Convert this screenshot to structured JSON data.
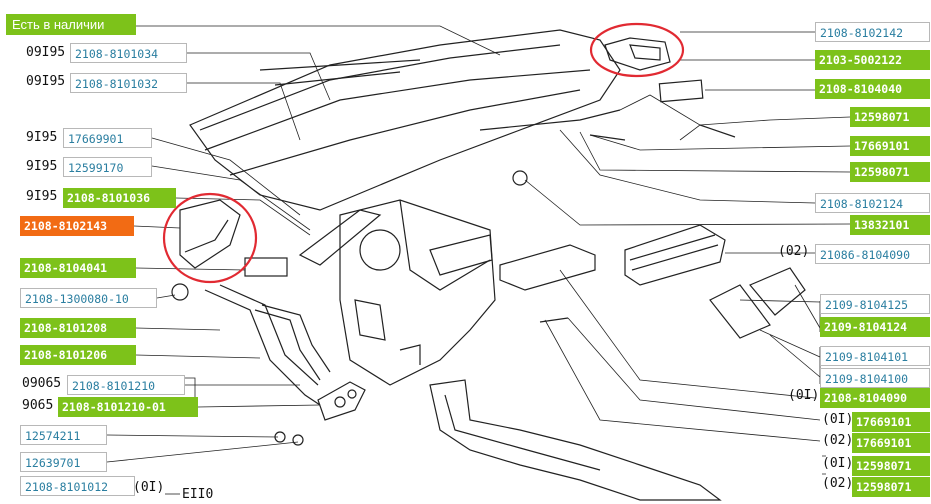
{
  "header": {
    "in_stock_label": "Есть в наличии"
  },
  "catalog_codes": [
    "09I95",
    "09I95",
    "9I95",
    "9I95",
    "9I95",
    "(02)",
    "(0I)",
    "09065",
    "9065",
    "(0I)",
    "EII0",
    "(0I)",
    "(02)",
    "(0I)",
    "(02)"
  ],
  "left_labels": [
    {
      "text": "2108-8101034",
      "style": "plain"
    },
    {
      "text": "2108-8101032",
      "style": "plain"
    },
    {
      "text": "17669901",
      "style": "plain"
    },
    {
      "text": "12599170",
      "style": "plain"
    },
    {
      "text": "2108-8101036",
      "style": "green"
    },
    {
      "text": "2108-8102143",
      "style": "orange"
    },
    {
      "text": "2108-8104041",
      "style": "green"
    },
    {
      "text": "2108-1300080-10",
      "style": "plain"
    },
    {
      "text": "2108-8101208",
      "style": "green"
    },
    {
      "text": "2108-8101206",
      "style": "green"
    },
    {
      "text": "2108-8101210",
      "style": "plain"
    },
    {
      "text": "2108-8101210-01",
      "style": "green"
    },
    {
      "text": "12574211",
      "style": "plain"
    },
    {
      "text": "12639701",
      "style": "plain"
    },
    {
      "text": "2108-8101012",
      "style": "plain"
    }
  ],
  "right_labels": [
    {
      "text": "2108-8102142",
      "style": "plain"
    },
    {
      "text": "2103-5002122",
      "style": "green"
    },
    {
      "text": "2108-8104040",
      "style": "green"
    },
    {
      "text": "12598071",
      "style": "green"
    },
    {
      "text": "17669101",
      "style": "green"
    },
    {
      "text": "12598071",
      "style": "green"
    },
    {
      "text": "2108-8102124",
      "style": "plain"
    },
    {
      "text": "13832101",
      "style": "green"
    },
    {
      "text": "21086-8104090",
      "style": "plain"
    },
    {
      "text": "2109-8104125",
      "style": "plain"
    },
    {
      "text": "2109-8104124",
      "style": "green"
    },
    {
      "text": "2109-8104101",
      "style": "plain"
    },
    {
      "text": "2109-8104100",
      "style": "plain"
    },
    {
      "text": "2108-8104090",
      "style": "green"
    },
    {
      "text": "17669101",
      "style": "green"
    },
    {
      "text": "17669101",
      "style": "green"
    },
    {
      "text": "12598071",
      "style": "green"
    },
    {
      "text": "12598071",
      "style": "green"
    }
  ]
}
